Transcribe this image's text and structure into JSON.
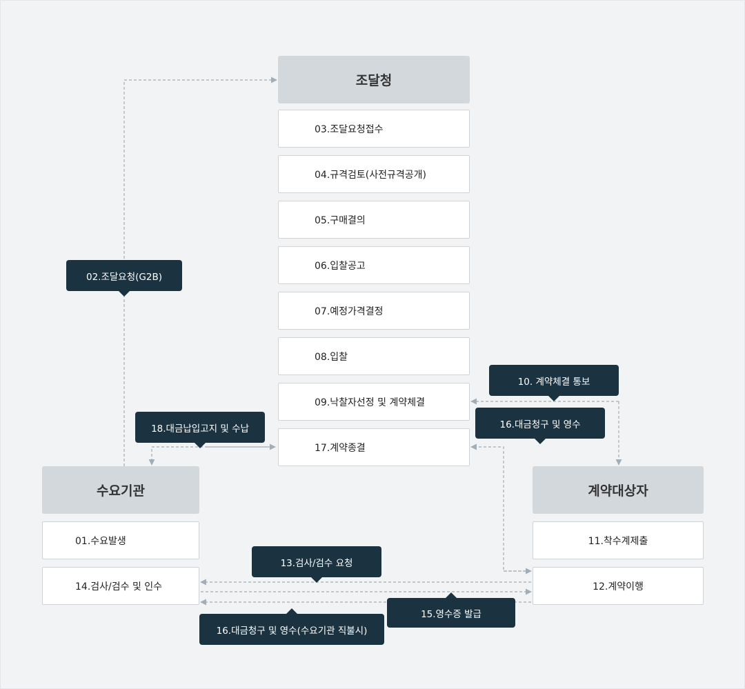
{
  "headers": {
    "procurement": "조달청",
    "demand": "수요기관",
    "contractor": "계약대상자"
  },
  "procurement_steps": [
    "03.조달요청접수",
    "04.규격검토(사전규격공개)",
    "05.구매결의",
    "06.입찰공고",
    "07.예정가격결정",
    "08.입찰",
    "09.낙찰자선정 및 계약체결",
    "17.계약종결"
  ],
  "demand_steps": [
    "01.수요발생",
    "14.검사/검수 및 인수"
  ],
  "contractor_steps": [
    "11.착수계제출",
    "12.계약이행"
  ],
  "callouts": {
    "c02": "02.조달요청(G2B)",
    "c10": "10. 계약체결 통보",
    "c18": "18.대금납입고지 및 수납",
    "c16a": "16.대금청구 및 영수",
    "c13": "13.검사/검수 요청",
    "c15": "15.영수증 발급",
    "c16b": "16.대금청구 및 영수(수요기관 직불시)"
  },
  "colors": {
    "background": "#f2f3f5",
    "header_fill": "#d3d8dc",
    "callout_fill": "#1b3340",
    "connector": "#a3adb5"
  }
}
